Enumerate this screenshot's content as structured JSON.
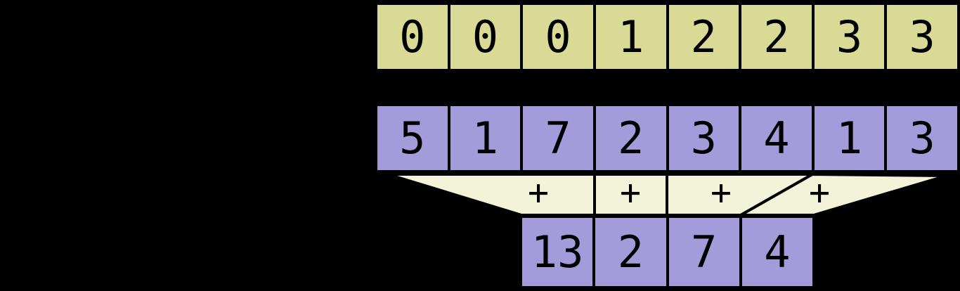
{
  "colors": {
    "background": "#000000",
    "stroke": "#000000",
    "text": "#000000",
    "key_row_fill": "#d8da96",
    "value_row_fill": "#a49bdb",
    "funnel_fill": "#f2f3d8"
  },
  "key_row": {
    "cells": [
      "0",
      "0",
      "0",
      "1",
      "2",
      "2",
      "3",
      "3"
    ]
  },
  "value_row": {
    "cells": [
      "5",
      "1",
      "7",
      "2",
      "3",
      "4",
      "1",
      "3"
    ]
  },
  "funnel": {
    "operators": [
      "+",
      "+",
      "+",
      "+"
    ],
    "segments": [
      {
        "operator": "+",
        "source_columns": "1-3",
        "result": "13"
      },
      {
        "operator": "+",
        "source_columns": "4",
        "result": "2"
      },
      {
        "operator": "+",
        "source_columns": "5-6",
        "result": "7"
      },
      {
        "operator": "+",
        "source_columns": "7-8",
        "result": "4"
      }
    ]
  },
  "result_row": {
    "cells": [
      "13",
      "2",
      "7",
      "4"
    ]
  }
}
